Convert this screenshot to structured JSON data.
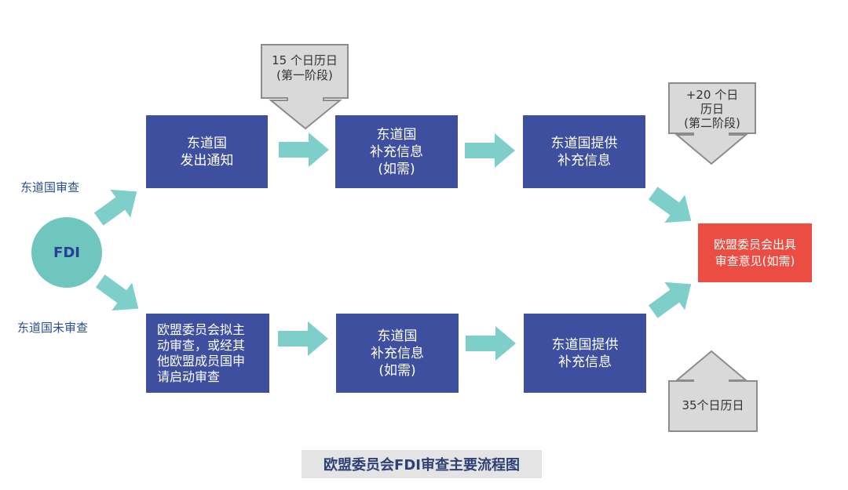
{
  "diagram": {
    "start_node": "FDI",
    "branch_labels": {
      "upper": "东道国审查",
      "lower": "东道国未审查"
    },
    "upper_path": {
      "step1": "东道国\n发出通知",
      "step2": "东道国\n补充信息\n(如需)",
      "step3": "东道国提供\n补充信息"
    },
    "lower_path": {
      "step1": "欧盟委员会拟主\n动审查，或经其\n他欧盟成员国申\n请启动审查",
      "step2": "东道国\n补充信息\n(如需)",
      "step3": "东道国提供\n补充信息"
    },
    "end_node": "欧盟委员会出具\n审查意见(如需)",
    "timing_notes": {
      "phase1": "15 个日历日\n(第一阶段)",
      "phase2": "+20 个日\n历日\n(第二阶段)",
      "lower": "35个日历日"
    },
    "caption": "欧盟委员会FDI审查主要流程图",
    "colors": {
      "box_blue": "#3d4f9e",
      "end_red": "#ec4d43",
      "arrow_teal": "#7ecfc9",
      "circle_teal": "#6fc6bf",
      "callout_fill": "#d9d9d9",
      "callout_stroke": "#8c8c8c"
    }
  }
}
